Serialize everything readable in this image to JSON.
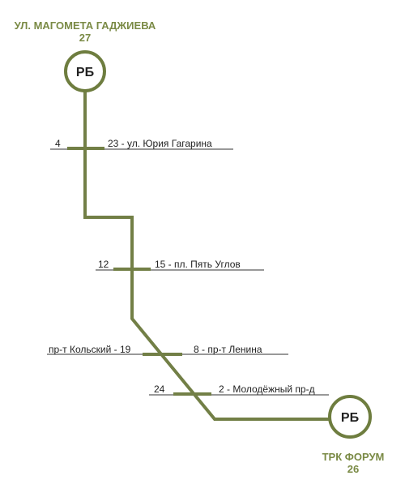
{
  "terminals": {
    "top": {
      "street": "УЛ. МАГОМЕТА ГАДЖИЕВА",
      "number": "27",
      "badge": "РБ"
    },
    "bottom": {
      "street": "ТРК ФОРУМ",
      "number": "26",
      "badge": "РБ"
    }
  },
  "stops": [
    {
      "left_text": "4",
      "right_text": "23 - ул. Юрия Гагарина"
    },
    {
      "left_text": "12",
      "right_text": "15 - пл. Пять Углов"
    },
    {
      "left_text": "пр-т Кольский - 19",
      "right_text": "8 - пр-т Ленина"
    },
    {
      "left_text": "24",
      "right_text": "2 - Молодёжный пр-д"
    }
  ],
  "colors": {
    "route_line": "#727f46",
    "terminal_ring": "#6e7d3f",
    "terminal_text": "#7a8a45",
    "stop_line": "#333333"
  }
}
